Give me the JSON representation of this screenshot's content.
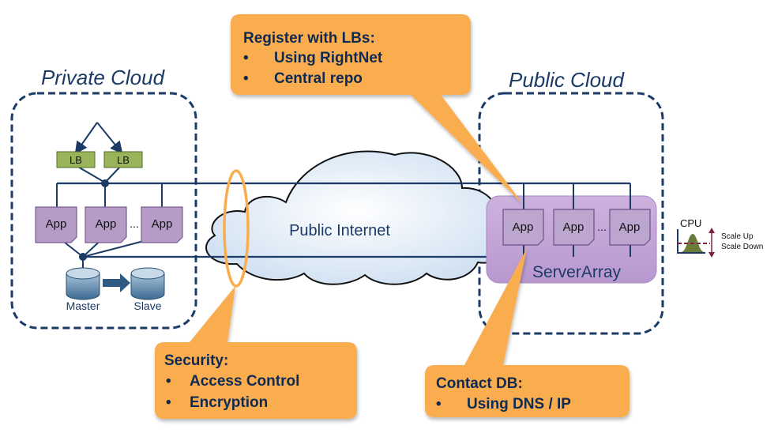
{
  "private_cloud": {
    "title": "Private Cloud",
    "load_balancers": [
      "LB",
      "LB"
    ],
    "apps": [
      "App",
      "App",
      "App"
    ],
    "ellipsis": "...",
    "databases": {
      "master": "Master",
      "slave": "Slave"
    }
  },
  "public_cloud": {
    "title": "Public Cloud",
    "server_array_label": "ServerArray",
    "apps": [
      "App",
      "App",
      "App"
    ],
    "ellipsis": "...",
    "cpu_label": "CPU",
    "scale_up": "Scale Up",
    "scale_down": "Scale Down"
  },
  "internet": {
    "label": "Public Internet"
  },
  "callouts": {
    "register": {
      "title": "Register with LBs:",
      "items": [
        "Using RightNet",
        "Central repo"
      ]
    },
    "security": {
      "title": "Security:",
      "items": [
        "Access Control",
        "Encryption"
      ]
    },
    "contact_db": {
      "title": "Contact DB:",
      "items": [
        "Using DNS / IP"
      ]
    }
  },
  "colors": {
    "navy": "#1b3a66",
    "callout": "#f9ad4f",
    "lb_fill": "#9ab45a",
    "app_fill": "#b59cc7",
    "server_array": "#c4a8d6",
    "text_dark": "#0f2a52"
  },
  "bullet": "•"
}
